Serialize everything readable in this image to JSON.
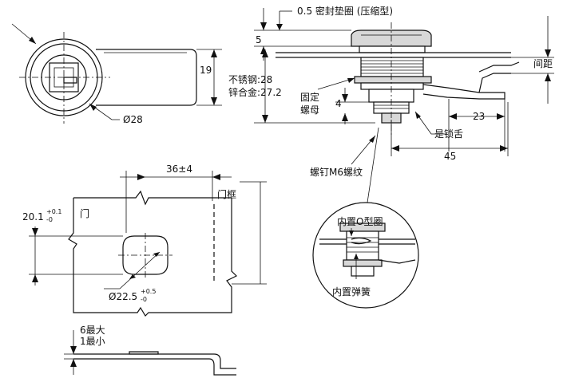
{
  "labels": {
    "washer_thickness": "0.5 密封垫圈 (压缩型)",
    "dim_5": "5",
    "gap": "间距",
    "dim_19": "19",
    "stainless": "不锈钢:28",
    "zinc": "锌合金:27.2",
    "fixed_nut_1": "固定",
    "fixed_nut_2": "螺母",
    "dim_4": "4",
    "dim_23": "23",
    "dia_28": "Ø28",
    "tongue": "是锁舌",
    "dim_45": "45",
    "screw": "螺钉M6螺纹",
    "dim_36": "36±4",
    "frame": "门框",
    "dim_20_1": "20.1",
    "tol_20_up": "+0.1",
    "tol_20_low": "-0",
    "door": "门",
    "inner_oring": "内置O型圈",
    "dia_22_5": "Ø22.5",
    "tol_22_up": "+0.5",
    "tol_22_low": "-0",
    "inner_spring": "内置弹簧",
    "max_6": "6最大",
    "min_1": "1最小"
  }
}
